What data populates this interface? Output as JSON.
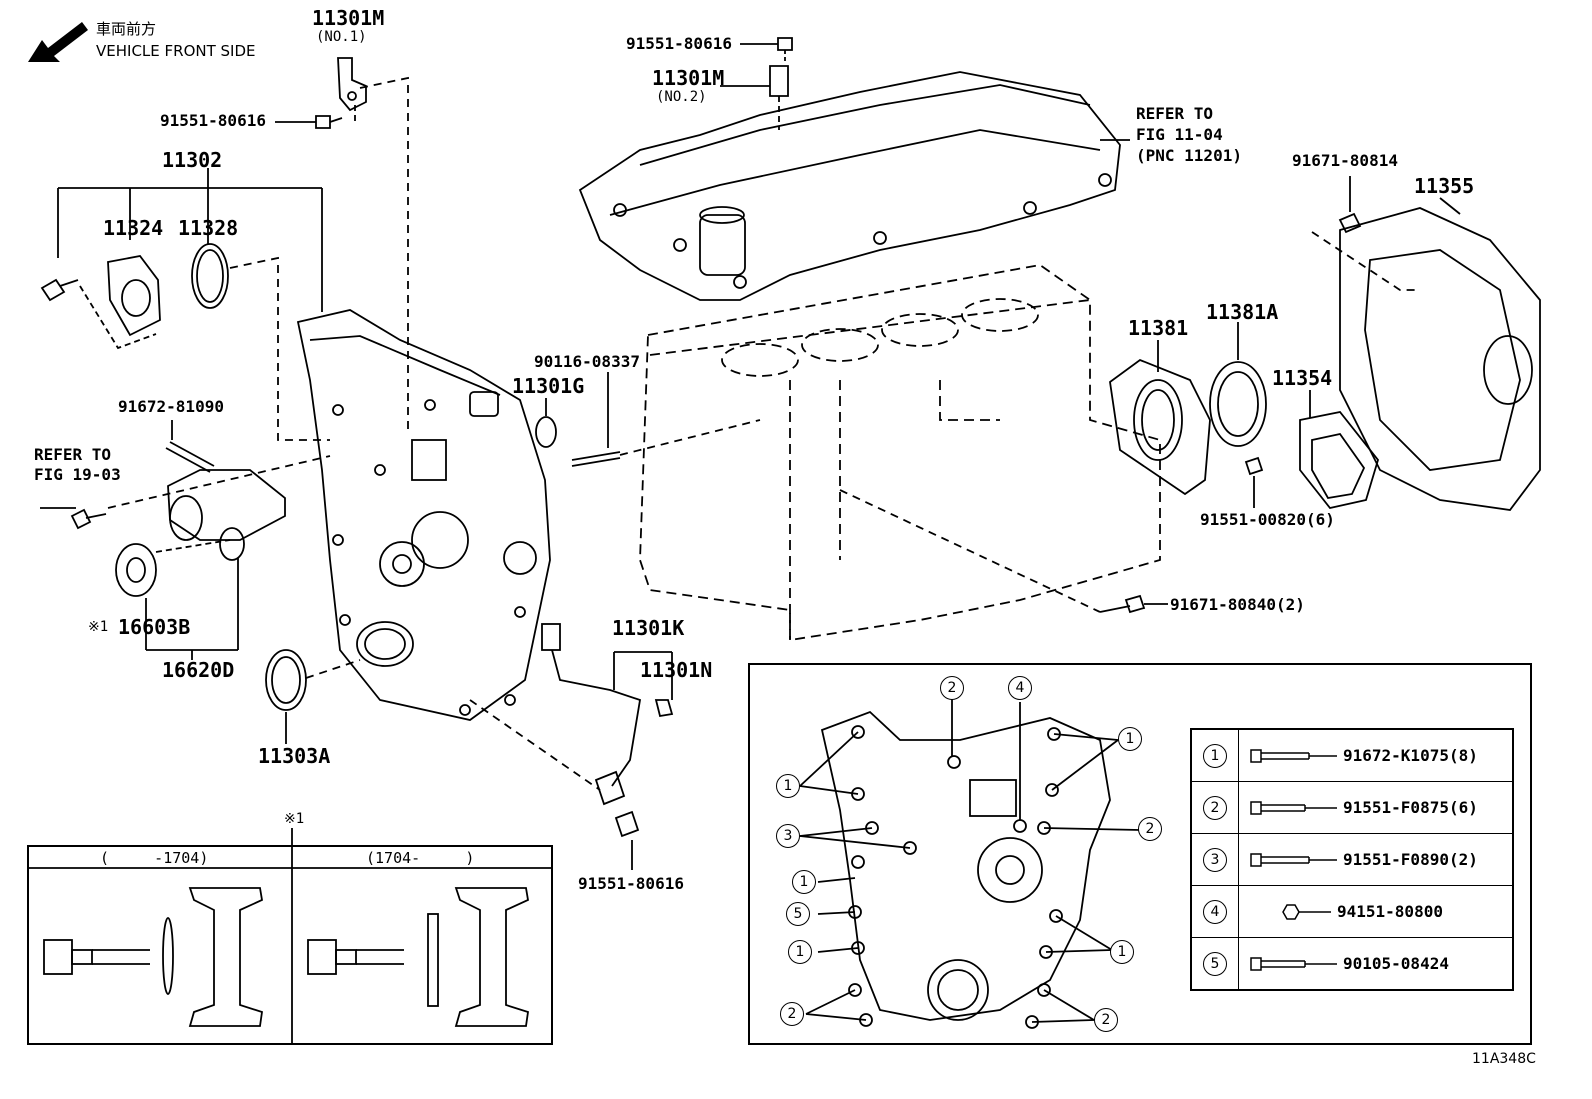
{
  "direction": {
    "jp": "車両前方",
    "en": "VEHICLE FRONT SIDE"
  },
  "labels": {
    "p11301M_1": "11301M",
    "p11301M_1_sub": "(NO.1)",
    "p91551_80616_a": "91551-80616",
    "p91551_80616_b": "91551-80616",
    "p91551_80616_c": "91551-80616",
    "p11301M_2": "11301M",
    "p11301M_2_sub": "(NO.2)",
    "p11302": "11302",
    "p11324": "11324",
    "p11328": "11328",
    "p91672_81090": "91672-81090",
    "refer_1903_a": "REFER TO",
    "refer_1903_b": "FIG 19-03",
    "p16603B": "16603B",
    "p16603B_mark": "※1",
    "p16620D": "16620D",
    "p11303A": "11303A",
    "p90116_08337": "90116-08337",
    "p11301G": "11301G",
    "p11301K": "11301K",
    "p11301N": "11301N",
    "refer_1104_a": "REFER TO",
    "refer_1104_b": "FIG 11-04",
    "refer_1104_c": "(PNC 11201)",
    "p91671_80814": "91671-80814",
    "p11355": "11355",
    "p11381": "11381",
    "p11381A": "11381A",
    "p11354": "11354",
    "p91551_00820": "91551-00820(6)",
    "p91671_80840": "91671-80840(2)",
    "note_mark": "※1",
    "range_left": "(     -1704)",
    "range_right": "(1704-     )",
    "figure_code": "11A348C"
  },
  "legend": [
    {
      "num": "1",
      "part": "91672-K1075(8)",
      "icon": "long-bolt"
    },
    {
      "num": "2",
      "part": "91551-F0875(6)",
      "icon": "bolt"
    },
    {
      "num": "3",
      "part": "91551-F0890(2)",
      "icon": "bolt"
    },
    {
      "num": "4",
      "part": "94151-80800",
      "icon": "stud-nut"
    },
    {
      "num": "5",
      "part": "90105-08424",
      "icon": "long-bolt"
    }
  ],
  "callouts": [
    "1",
    "2",
    "3",
    "4",
    "5"
  ]
}
